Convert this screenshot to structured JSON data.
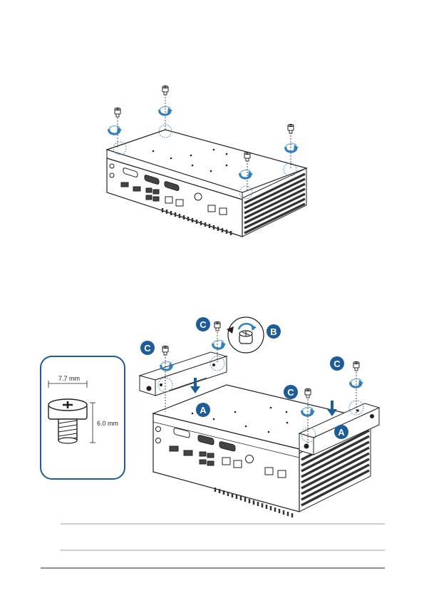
{
  "callouts": {
    "a": "A",
    "b": "B",
    "c": "C"
  },
  "screw_spec": {
    "head_diameter": "7.7 mm",
    "length": "6.0 mm"
  },
  "colors": {
    "accent": "#1d5c9a",
    "arrow_blue": "#2f7fc1",
    "device_dark": "#333333",
    "rule_gray": "#9d9d9d"
  }
}
